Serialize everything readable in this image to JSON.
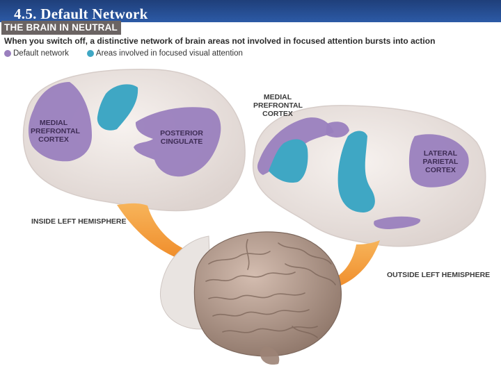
{
  "slide": {
    "title": "4.5. Default Network"
  },
  "figure": {
    "banner": "THE BRAIN IN NEUTRAL",
    "subtitle": "When you switch off, a distinctive network of brain areas not involved in focused attention bursts into action",
    "legend": [
      {
        "label": "Default network",
        "color": "#9a7fbe"
      },
      {
        "label": "Areas involved in focused visual attention",
        "color": "#3fa7c4"
      }
    ],
    "labels": {
      "medial_prefrontal_left": [
        "MEDIAL",
        "PREFRONTAL",
        "CORTEX"
      ],
      "posterior_cingulate": [
        "POSTERIOR",
        "CINGULATE"
      ],
      "medial_prefrontal_right": [
        "MEDIAL",
        "PREFRONTAL",
        "CORTEX"
      ],
      "lateral_parietal": [
        "LATERAL",
        "PARIETAL",
        "CORTEX"
      ]
    },
    "captions": {
      "inside": "INSIDE LEFT HEMISPHERE",
      "outside": "OUTSIDE LEFT HEMISPHERE"
    }
  },
  "colors": {
    "default_network": "#9a7fbe",
    "visual_attention": "#3fa7c4",
    "brain_tissue": "#efe8e4",
    "arrow_orange": "#f2922a",
    "real_brain": "#b79c8d"
  }
}
